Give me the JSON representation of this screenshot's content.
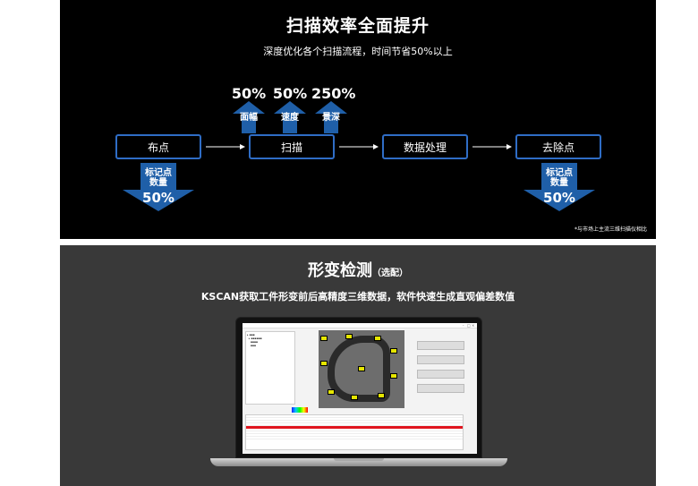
{
  "scan_panel": {
    "title": "扫描效率全面提升",
    "subtitle": "深度优化各个扫描流程，时间节省50%以上",
    "flow_steps": [
      "布点",
      "扫描",
      "数据处理",
      "去除点"
    ],
    "boosts": [
      {
        "percent": "50%",
        "label": "面幅"
      },
      {
        "percent": "50%",
        "label": "速度"
      },
      {
        "percent": "250%",
        "label": "景深"
      }
    ],
    "reductions": [
      {
        "line1": "标记点",
        "line2": "数量",
        "percent": "50%"
      },
      {
        "line1": "标记点",
        "line2": "数量",
        "percent": "50%"
      }
    ],
    "footnote": "*与市场上主流三维扫描仪相比",
    "arrow_color": "#1f5fa8",
    "box_border_color": "#2f6dc6"
  },
  "detect_panel": {
    "title": "形变检测",
    "title_note": "（选配）",
    "subtitle": "KSCAN获取工件形变前后高精度三维数据，软件快速生成直观偏差数值",
    "highlight_row_color": "#e0141e"
  }
}
